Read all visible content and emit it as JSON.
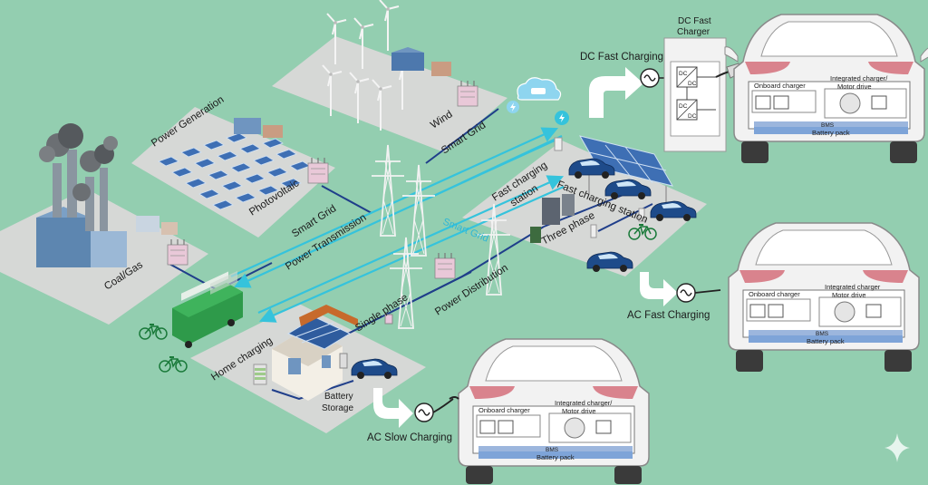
{
  "labels": {
    "power_generation": "Power Generation",
    "photovoltaic": "Photovoltaic",
    "wind": "Wind",
    "smart_grid_top": "Smart Grid",
    "smart_grid_mid": "Smart Grid",
    "smart_grid_blue": "Smart Grid",
    "coal_gas": "Coal/Gas",
    "power_transmission": "Power Transmission",
    "power_distribution": "Power Distribution",
    "single_phase": "Single phase",
    "three_phase": "Three phase",
    "home_charging": "Home charging",
    "battery_storage_1": "Battery",
    "battery_storage_2": "Storage",
    "fast_charging_station_1": "Fast charging",
    "fast_charging_station_2": "station",
    "fast_charging_station_diag": "Fast charging station"
  },
  "modes": {
    "dc_fast": "DC Fast Charging",
    "ac_fast": "AC Fast Charging",
    "ac_slow": "AC Slow Charging"
  },
  "dc_charger": {
    "title_1": "DC Fast",
    "title_2": "Charger",
    "block_1": "DC",
    "block_1b": "DC",
    "block_2": "DC",
    "block_2b": "DC"
  },
  "cars": {
    "dc": {
      "onboard": "Onboard charger",
      "integrated_1": "Integrated charger/",
      "integrated_2": "Motor drive",
      "bms": "BMS",
      "battery": "Battery pack"
    },
    "ac_fast": {
      "onboard": "Onboard charger",
      "integrated_1": "Integrated charger",
      "integrated_2": "Motor drive",
      "bms": "BMS",
      "battery": "Battery pack"
    },
    "ac_slow": {
      "onboard": "Onboard charger",
      "integrated_1": "Integrated charger/",
      "integrated_2": "Motor drive",
      "bms": "BMS",
      "battery": "Battery pack"
    }
  },
  "colors": {
    "background": "#93ceb0",
    "platform": "#d6d8d6",
    "power_line": "#1f3e8a",
    "grid_flow": "#35c3dc",
    "car_body": "#f2f2f2",
    "battery_bar": "#7ea4d8",
    "solar_panel": "#3e6fb4"
  },
  "icons": [
    "sun-icon",
    "plug-icon",
    "ac-sine-icon",
    "cloud-car-icon",
    "lightning-icon",
    "sparkle-icon"
  ]
}
